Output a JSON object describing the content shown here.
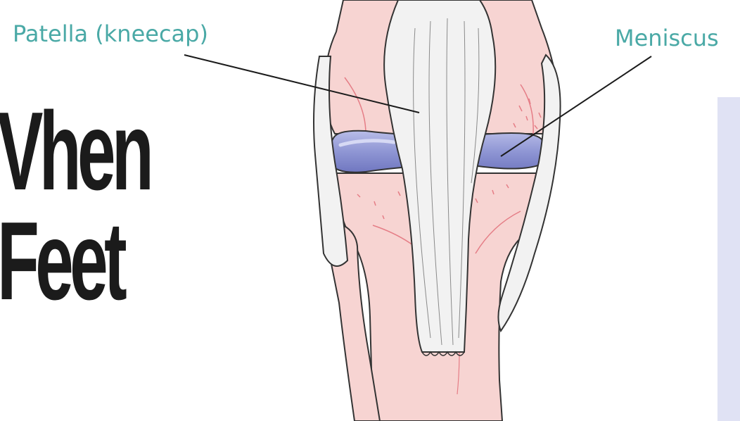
{
  "headline": {
    "line1": "Vhen",
    "line2": "Feet"
  },
  "labels": {
    "patella": "Patella (kneecap)",
    "meniscus": "Meniscus"
  },
  "colors": {
    "label_teal": "#4aa9a6",
    "headline": "#1b1b1b",
    "bone_pink": "#f7d4d2",
    "bone_line": "#e57d86",
    "meniscus_blue": "#8f96d4",
    "tendon_white": "#f2f2f2",
    "panel_lavender": "#e0e2f4"
  }
}
